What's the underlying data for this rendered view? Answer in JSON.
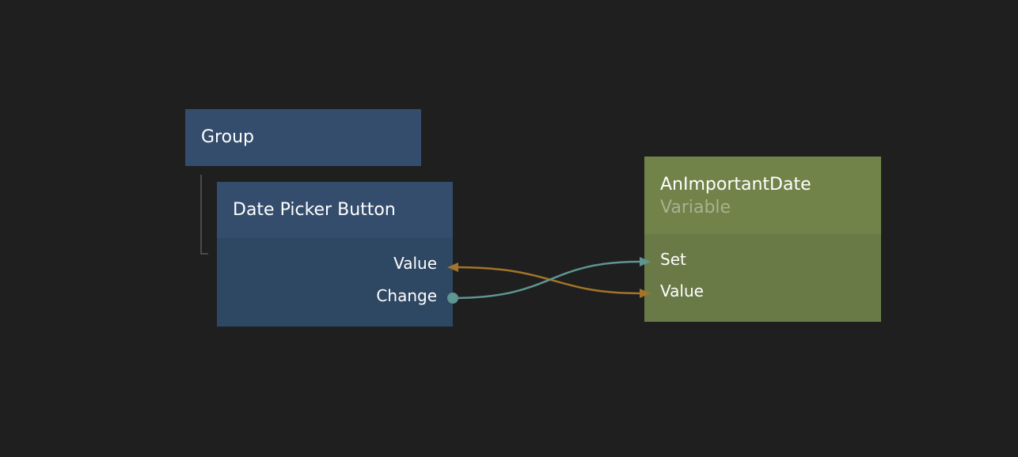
{
  "nodes": {
    "group": {
      "title": "Group"
    },
    "date_picker": {
      "title": "Date Picker Button",
      "ports": {
        "value": "Value",
        "change": "Change"
      }
    },
    "variable": {
      "title": "AnImportantDate",
      "subtitle": "Variable",
      "ports": {
        "set": "Set",
        "value": "Value"
      }
    }
  },
  "colors": {
    "background": "#1f1f1f",
    "visual_node_header": "#344d6c",
    "visual_node_body": "#2e4763",
    "data_node_header": "#72834a",
    "data_node_body": "#6a7a47",
    "signal_wire": "#5f9593",
    "data_wire": "#a3742a"
  }
}
